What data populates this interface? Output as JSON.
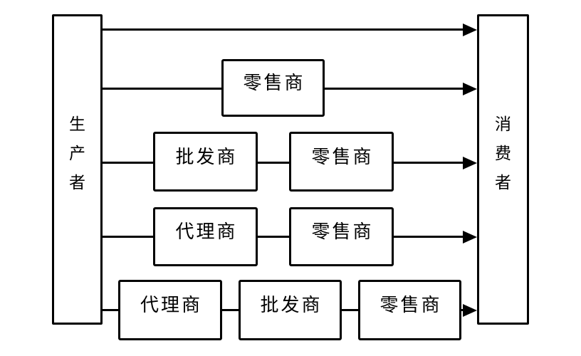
{
  "diagram": {
    "producer": "生产者",
    "consumer": "消费者",
    "node_types": [
      "代理商",
      "批发商",
      "零售商"
    ],
    "channels": [
      [],
      [
        "零售商"
      ],
      [
        "批发商",
        "零售商"
      ],
      [
        "代理商",
        "零售商"
      ],
      [
        "代理商",
        "批发商",
        "零售商"
      ]
    ],
    "colors": {
      "line": "#000000",
      "box_border": "#000000",
      "box_fill": "#ffffff",
      "background": "#ffffff",
      "text": "#000000"
    }
  }
}
